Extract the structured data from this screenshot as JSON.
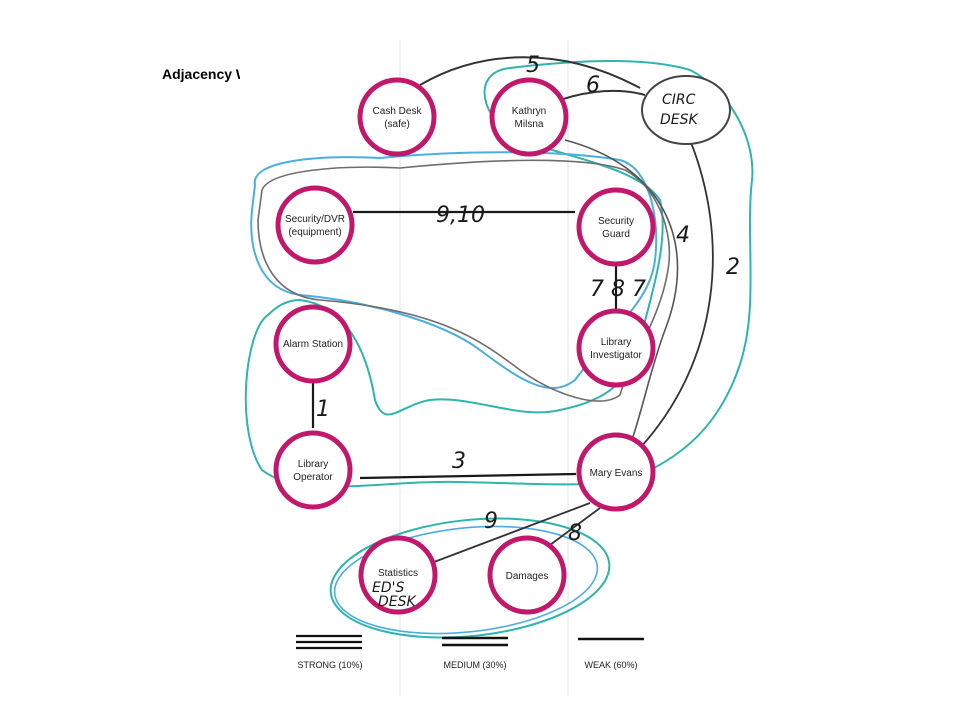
{
  "title": "Adjacency Worksheet",
  "nodes": {
    "cash_desk": [
      "Cash Desk",
      "(safe)"
    ],
    "kathryn": [
      "Kathryn",
      "Milsna"
    ],
    "security_dvr": [
      "Security/DVR",
      "(equipment)"
    ],
    "security_guard": [
      "Security",
      "Guard"
    ],
    "alarm_station": [
      "Alarm Station"
    ],
    "library_investigator": [
      "Library",
      "Investigator"
    ],
    "library_operator": [
      "Library",
      "Operator"
    ],
    "mary_evans": [
      "Mary Evans"
    ],
    "statistics": [
      "Statistics"
    ],
    "damages": [
      "Damages"
    ]
  },
  "annotations": {
    "circ_desk": [
      "CIRC",
      "DESK"
    ],
    "eds_desk": [
      "ED'S",
      "DESK"
    ],
    "n1": "1",
    "n2": "2",
    "n3": "3",
    "n4": "4",
    "n5": "5",
    "n6": "6",
    "n78": "7 8 7",
    "n8": "8",
    "n9": "9",
    "n910": "9,10"
  },
  "legend": {
    "strong": "STRONG (10%)",
    "medium": "MEDIUM (30%)",
    "weak": "WEAK (60%)"
  },
  "colors": {
    "node_ring": "#c2186b",
    "marker_teal": "#2fb5ad",
    "marker_blue": "#4aaee0",
    "ink": "#1a1a1a"
  }
}
